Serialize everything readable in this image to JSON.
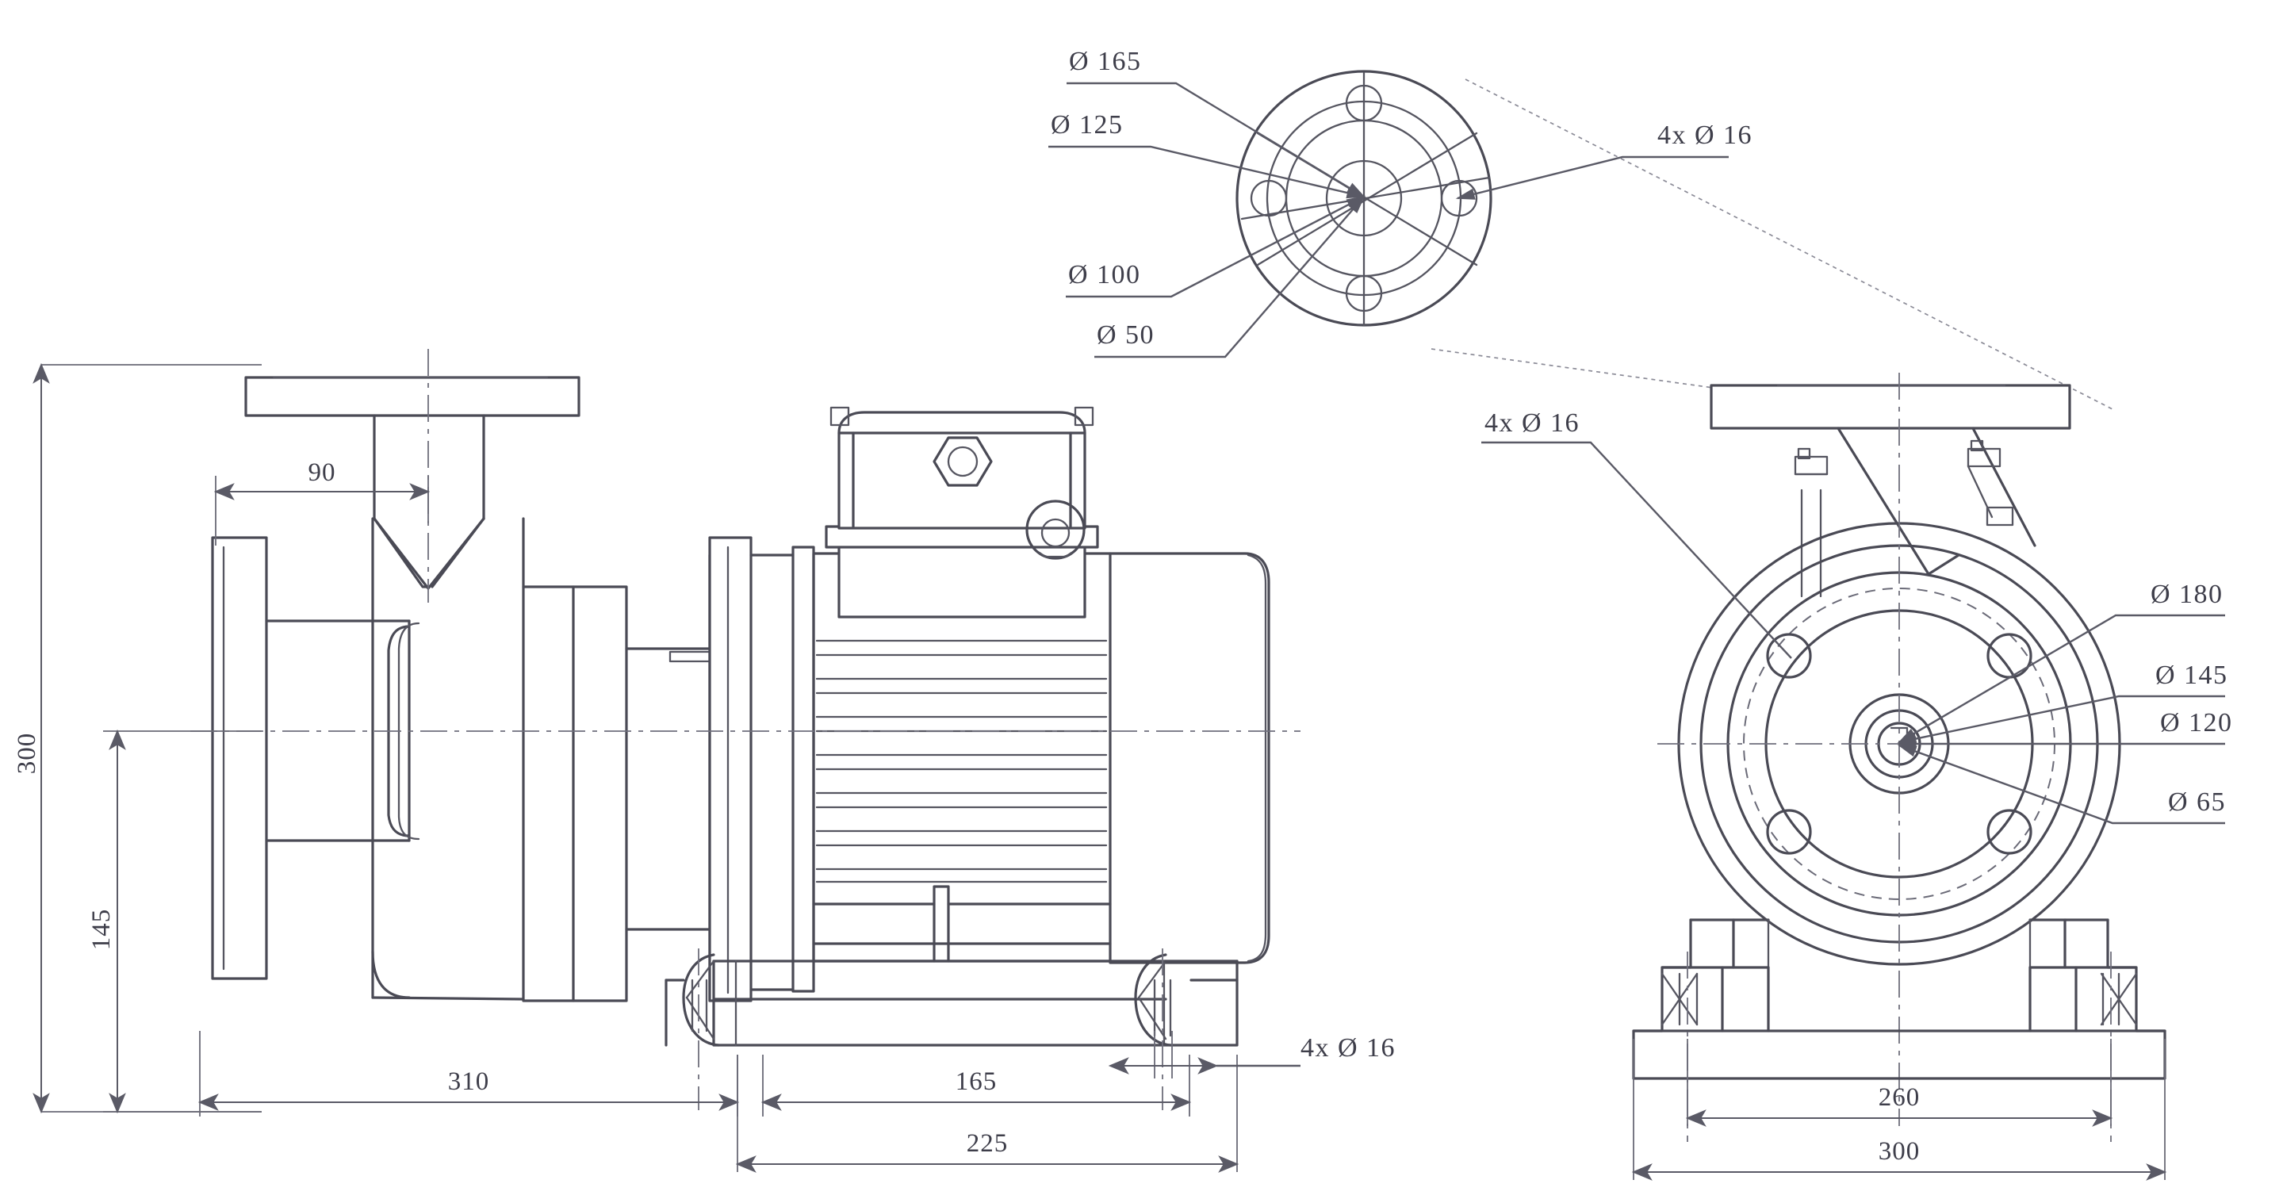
{
  "drawing": {
    "type": "engineering-drawing",
    "subject": "magnetic drive centrifugal pump assembly",
    "views": [
      {
        "name": "front-elevation",
        "position": "left"
      },
      {
        "name": "flange-detail",
        "position": "top-center"
      },
      {
        "name": "end-elevation",
        "position": "right"
      }
    ]
  },
  "front_view": {
    "dimensions": {
      "overall_height": "300",
      "centerline_height": "145",
      "suction_offset": "90",
      "pump_length": "310",
      "motor_foot_length": "165",
      "base_length": "225"
    },
    "callouts": {
      "base_holes": "4x Ø 16"
    }
  },
  "flange_detail": {
    "callouts": {
      "outer_diameter": "Ø 165",
      "bolt_circle": "Ø 125",
      "raised_face": "Ø 100",
      "bore": "Ø 50",
      "bolt_holes": "4x Ø 16"
    }
  },
  "end_view": {
    "callouts": {
      "base_holes": "4x Ø 16",
      "outer_diameter": "Ø 180",
      "bolt_circle": "Ø 145",
      "spigot_diameter": "Ø 120",
      "shaft_boss": "Ø 65"
    },
    "dimensions": {
      "bolt_spacing": "260",
      "base_width": "300"
    }
  },
  "style": {
    "line_color": "#4a4a55",
    "dim_color": "#5a5a66",
    "text_color": "#3e3e4a",
    "background": "#ffffff"
  }
}
